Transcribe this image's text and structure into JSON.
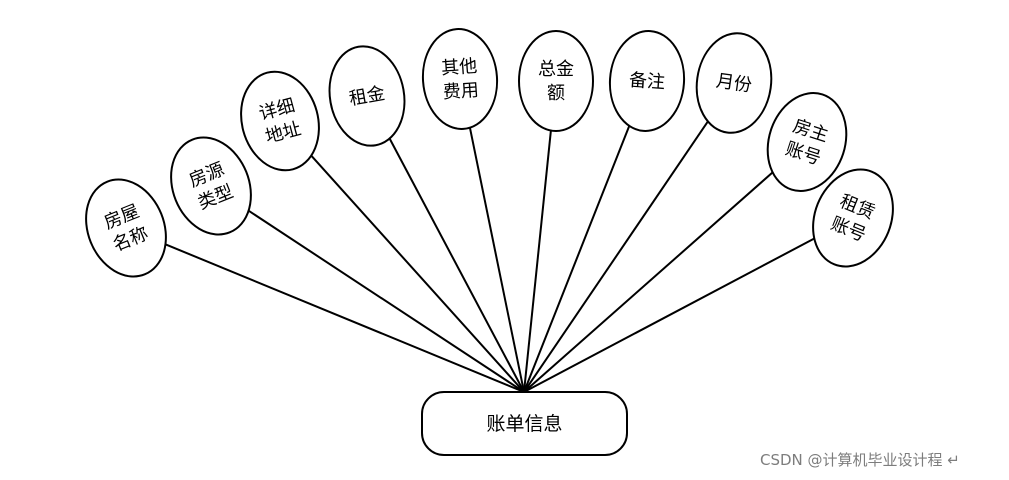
{
  "diagram": {
    "entity": {
      "label": "账单信息"
    },
    "attributes": [
      {
        "lines": [
          "房屋",
          "名称"
        ]
      },
      {
        "lines": [
          "房源",
          "类型"
        ]
      },
      {
        "lines": [
          "详细",
          "地址"
        ]
      },
      {
        "lines": [
          "租金"
        ]
      },
      {
        "lines": [
          "其他",
          "费用"
        ]
      },
      {
        "lines": [
          "总金",
          "额"
        ]
      },
      {
        "lines": [
          "备注"
        ]
      },
      {
        "lines": [
          "月份"
        ]
      },
      {
        "lines": [
          "房主",
          "账号"
        ]
      },
      {
        "lines": [
          "租赁",
          "账号"
        ]
      }
    ],
    "colors": {
      "stroke": "#000000",
      "fill": "#ffffff",
      "watermark": "#7d7d7d"
    }
  },
  "watermark": {
    "text": "CSDN @计算机毕业设计程 ↵"
  }
}
